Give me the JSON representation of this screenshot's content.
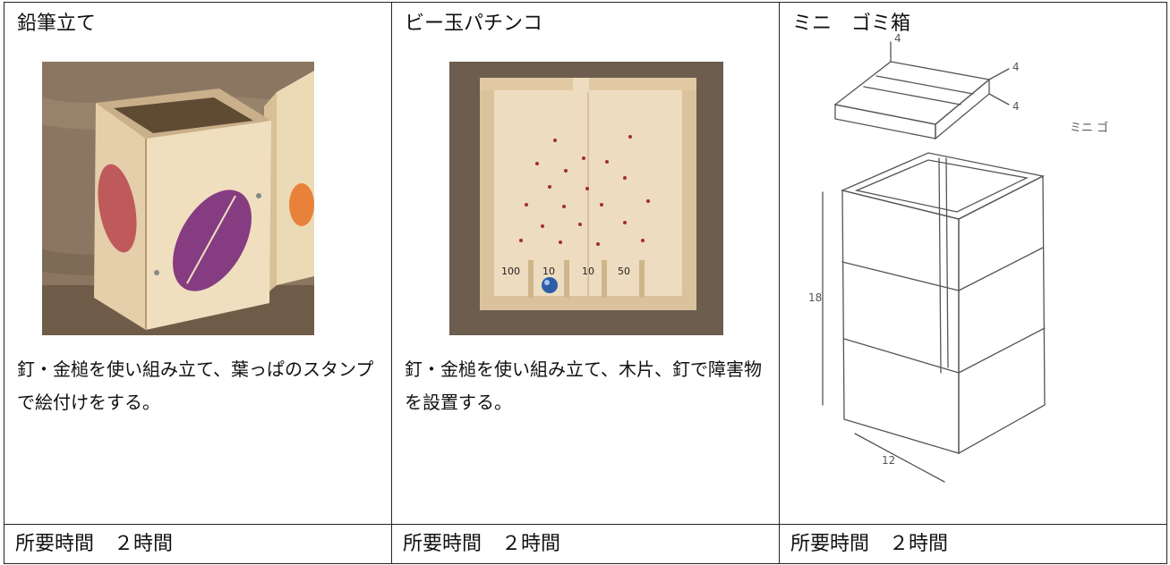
{
  "columns": [
    {
      "title": "鉛筆立て",
      "description": "釘・金槌を使い組み立て、葉っぱのスタンプで絵付けをする。",
      "time": "所要時間　２時間"
    },
    {
      "title": "ビー玉パチンコ",
      "description": "釘・金槌を使い組み立て、木片、釘で障害物を設置する。",
      "time": "所要時間　２時間",
      "slot_labels": [
        "100",
        "10",
        "10",
        "50"
      ]
    },
    {
      "title": "ミニ　ゴミ箱",
      "time": "所要時間　２時間",
      "sketch_labels": {
        "lid_top": "4",
        "lid_side": "4",
        "lid_bottom": "4",
        "height": "18",
        "width": "12",
        "note": "ミニ\nゴ"
      }
    }
  ],
  "colors": {
    "border": "#222222",
    "wood": "#e9d7b6",
    "wood_dark": "#cdb48d",
    "leaf_purple": "#7a2a7a",
    "leaf_red": "#b8454f",
    "leaf_orange": "#e8823a",
    "marble": "#2c5fa8"
  }
}
